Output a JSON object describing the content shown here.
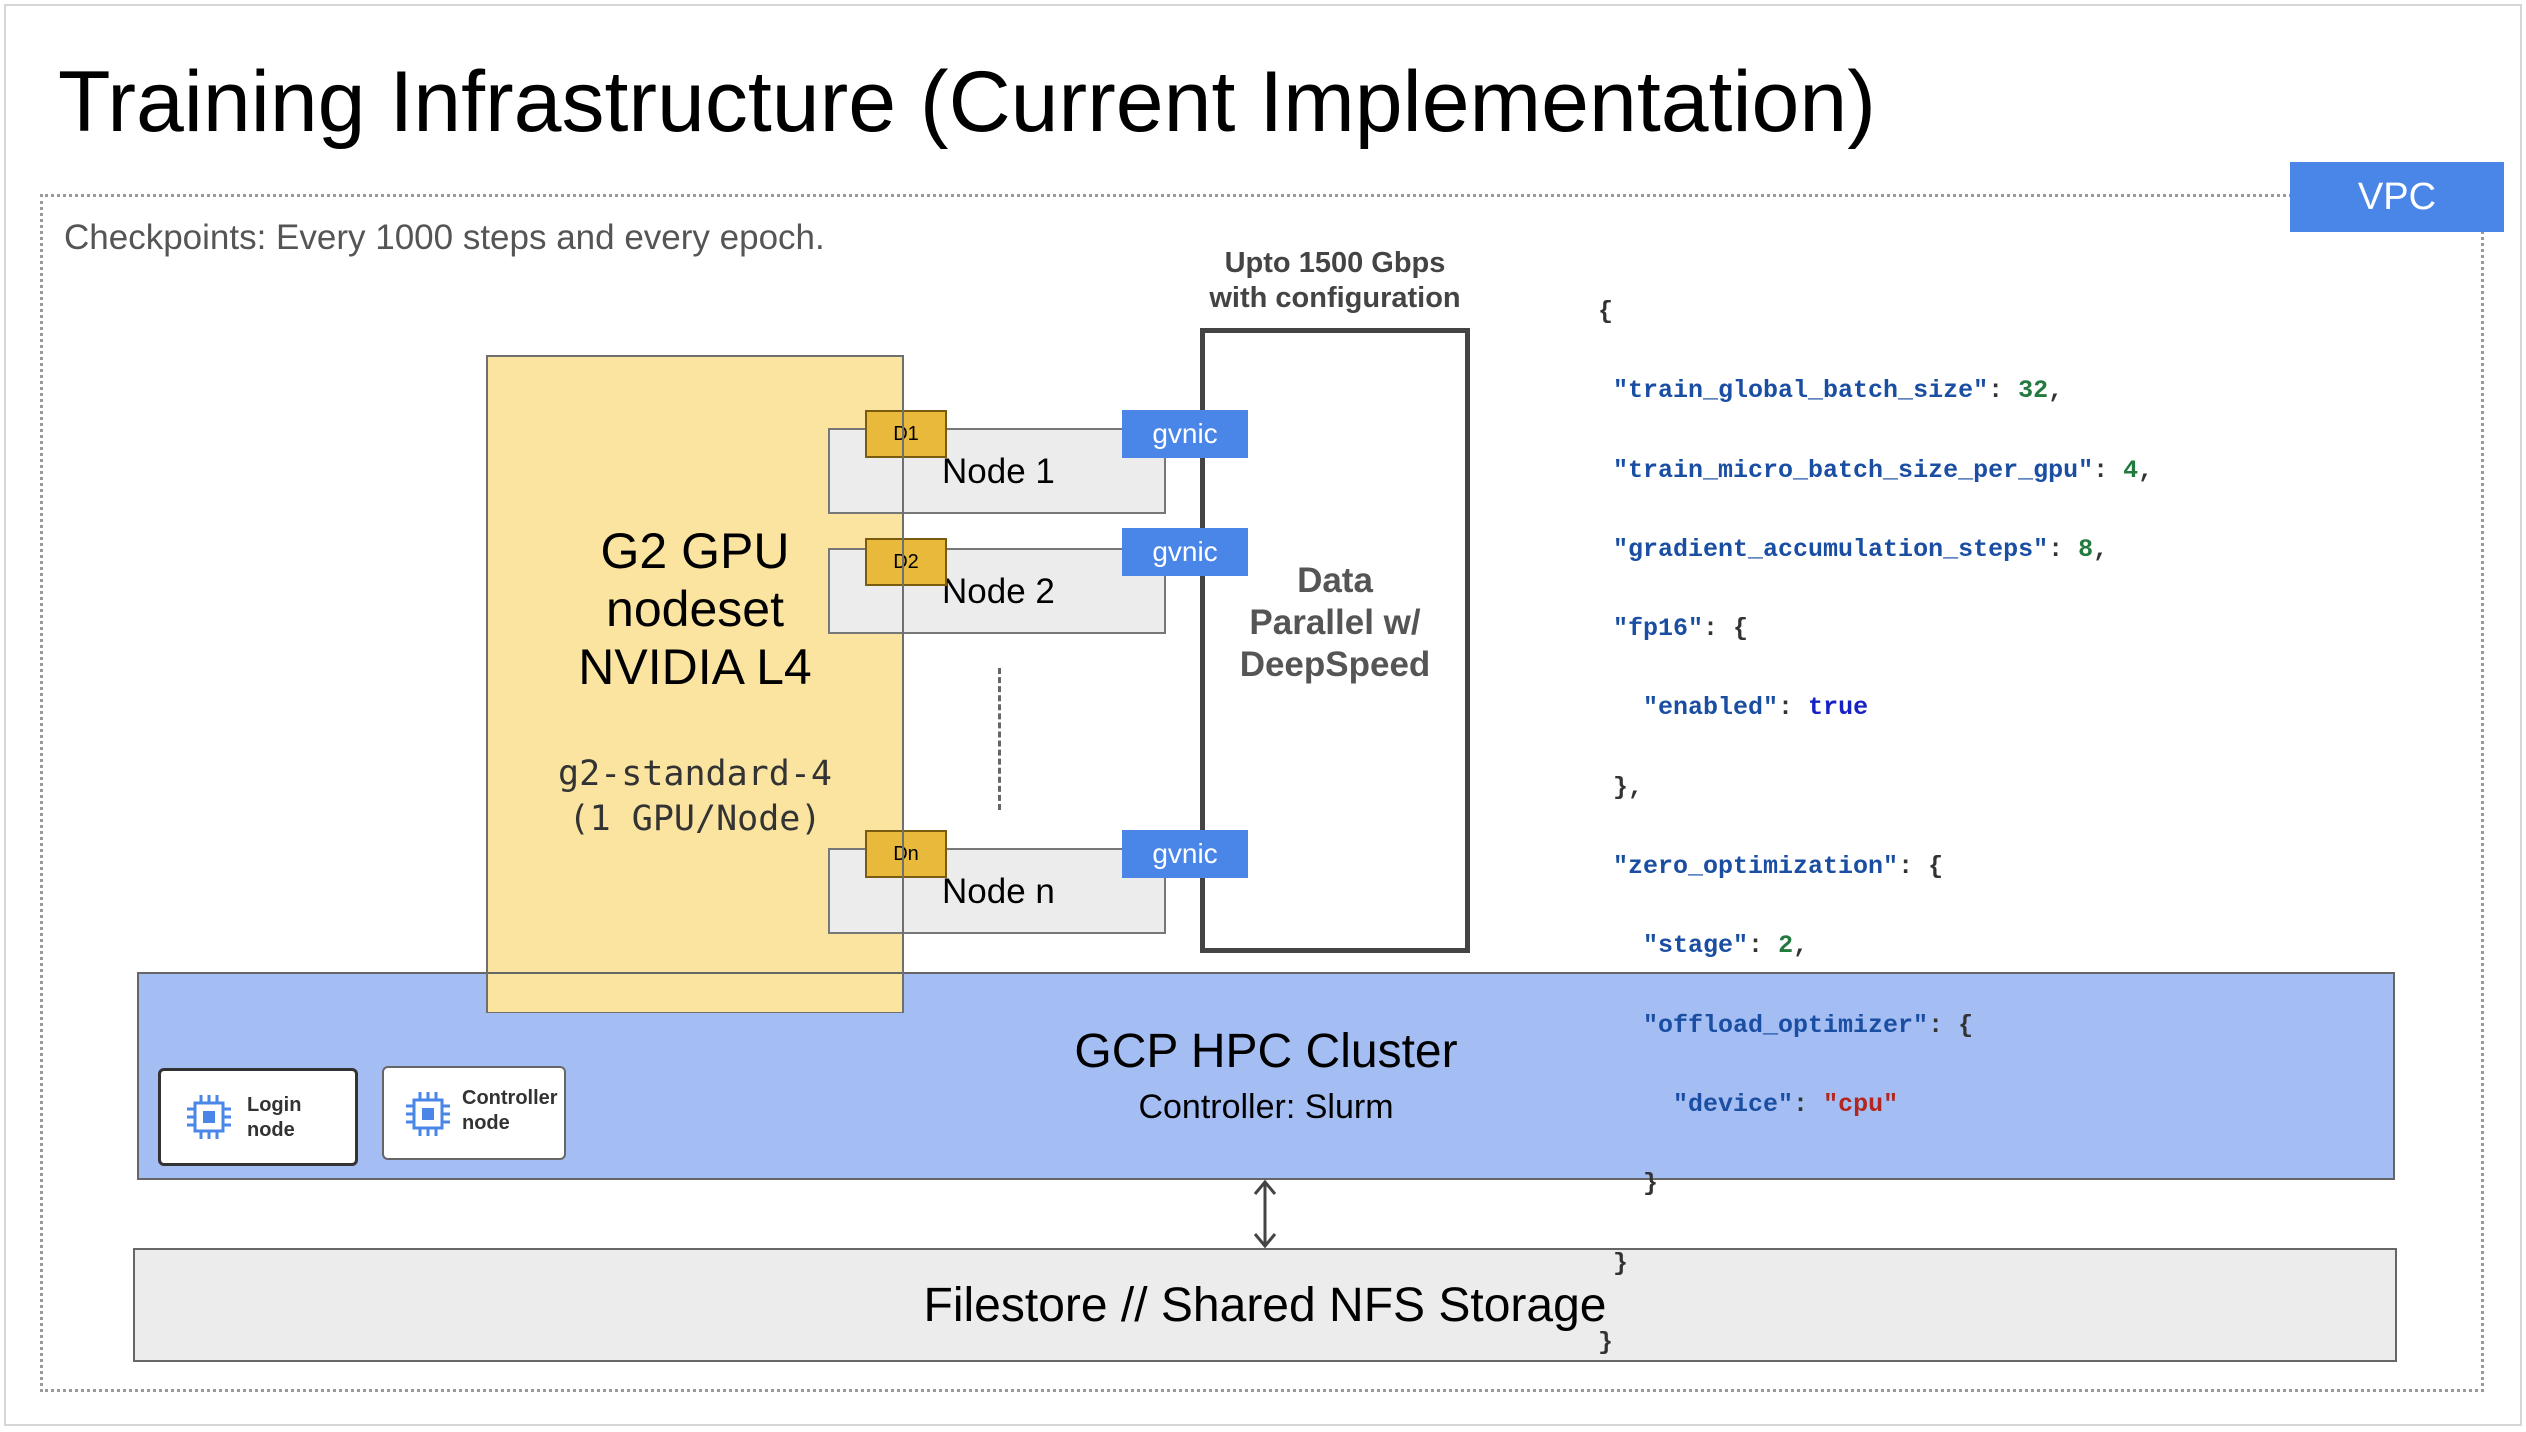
{
  "slide": {
    "title": "Training Infrastructure (Current Implementation)",
    "vpc_label": "VPC",
    "checkpoints_text": "Checkpoints: Every 1000 steps and every epoch."
  },
  "network": {
    "bandwidth_line1": "Upto 1500 Gbps",
    "bandwidth_line2": "with configuration",
    "data_parallel_lines": [
      "Data",
      "Parallel w/",
      "DeepSpeed"
    ]
  },
  "nodeset": {
    "title_lines": [
      "G2 GPU",
      "nodeset",
      "NVIDIA L4"
    ],
    "machine_type": "g2-standard-4",
    "gpus_per_node": "(1 GPU/Node)",
    "nodes": [
      {
        "device": "D1",
        "label": "Node 1",
        "nic": "gvnic"
      },
      {
        "device": "D2",
        "label": "Node 2",
        "nic": "gvnic"
      },
      {
        "device": "Dn",
        "label": "Node n",
        "nic": "gvnic"
      }
    ]
  },
  "cluster": {
    "title": "GCP HPC Cluster",
    "subtitle": "Controller: Slurm",
    "login_node": [
      "Login",
      "node"
    ],
    "controller_node": [
      "Controller",
      "node"
    ]
  },
  "storage": {
    "label": "Filestore // Shared NFS Storage"
  },
  "deepspeed_config": {
    "open_brace": "{",
    "train_global_batch_size_key": "\"train_global_batch_size\"",
    "train_global_batch_size": "32",
    "train_micro_batch_size_per_gpu_key": "\"train_micro_batch_size_per_gpu\"",
    "train_micro_batch_size_per_gpu": "4",
    "gradient_accumulation_steps_key": "\"gradient_accumulation_steps\"",
    "gradient_accumulation_steps": "8",
    "fp16_key": "\"fp16\"",
    "enabled_key": "\"enabled\"",
    "enabled": "true",
    "zero_optimization_key": "\"zero_optimization\"",
    "stage_key": "\"stage\"",
    "stage": "2",
    "offload_optimizer_key": "\"offload_optimizer\"",
    "device_key": "\"device\"",
    "device": "\"cpu\"",
    "close_brace": "}"
  },
  "colors": {
    "vpc_blue": "#4a86e8",
    "nodeset_yellow": "#fae4a0",
    "cluster_blue": "#a4bdf2",
    "device_chip": "#e8b93a"
  }
}
